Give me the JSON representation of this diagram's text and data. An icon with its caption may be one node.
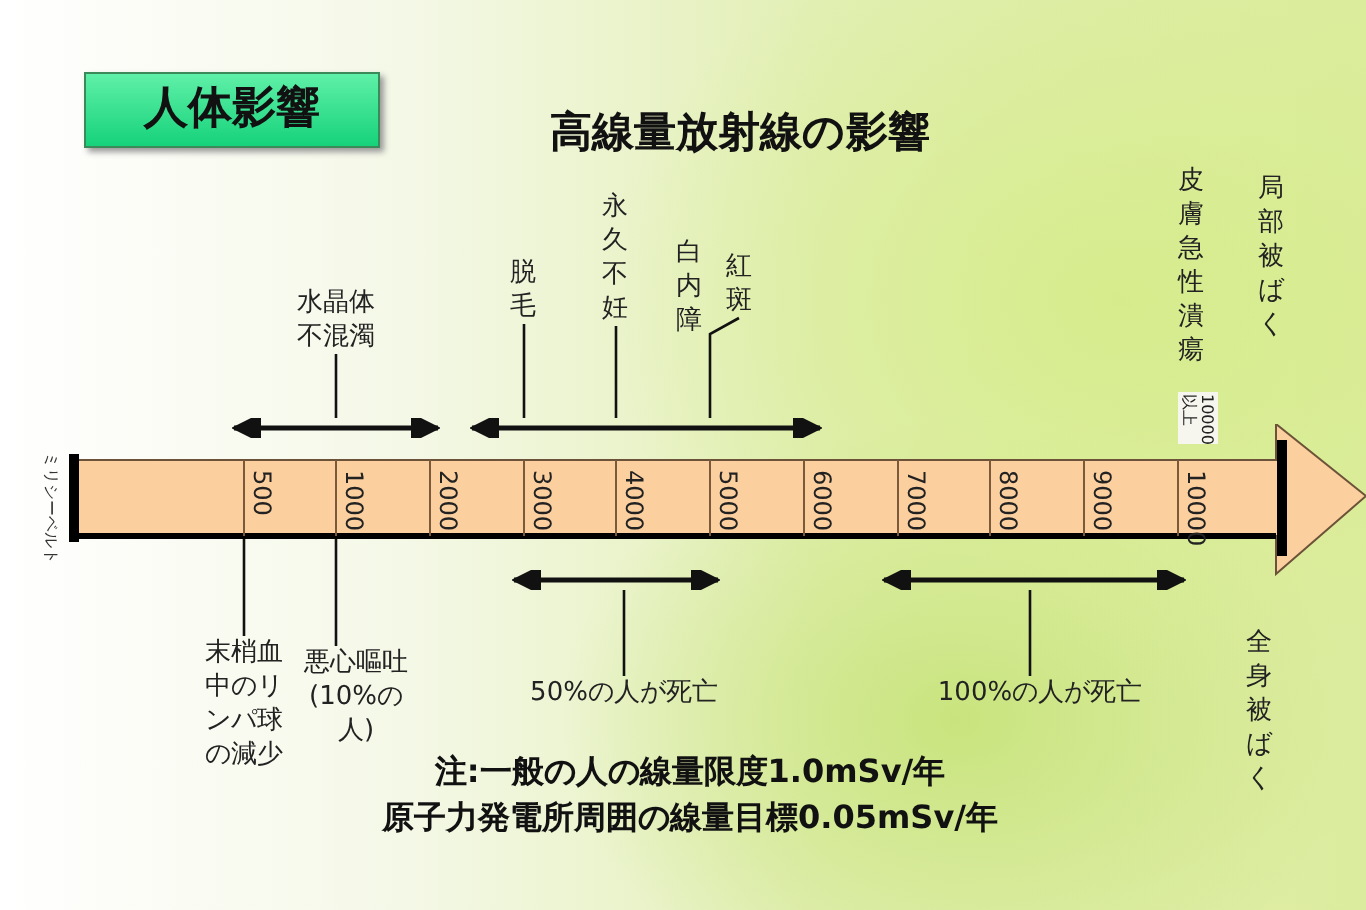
{
  "diagram": {
    "title": "高線量放射線の影響",
    "nodes": [
      {
        "text": [
          "人体影響"
        ]
      },
      {
        "text": [
          "水晶体不混濁"
        ]
      },
      {
        "text": [],
        "shape": "arrow"
      },
      {
        "text": [
          "脱毛"
        ]
      },
      {
        "text": [
          "永久不妊"
        ]
      },
      {
        "text": [
          "紅斑"
        ]
      },
      {
        "text": [],
        "shape": "arrow"
      },
      {
        "text": [
          "500",
          "1000",
          "2000",
          "3000",
          "4000",
          "5000",
          "6000",
          "7000",
          "8000",
          "9000",
          "10000"
        ],
        "beside": [
          "ミリシーベルト"
        ]
      },
      {
        "text": [],
        "shape": "arrow"
      },
      {
        "text": [],
        "shape": "arrow"
      },
      {
        "text": [
          "末梢血中のリンパ球の減少"
        ]
      },
      {
        "text": [
          "悪心嘔吐(10%の人)"
        ]
      },
      {
        "text": [
          "50%の人が死亡"
        ]
      },
      {
        "text": [
          "100%の人が死亡"
        ]
      }
    ],
    "edges": [
      {
        "from": 1,
        "to": 2,
        "arrow": "none"
      },
      {
        "from": 3,
        "to": 6,
        "arrow": "none"
      },
      {
        "from": 4,
        "to": 6,
        "arrow": "none"
      },
      {
        "from": 5,
        "to": 6,
        "arrow": "none"
      },
      {
        "from": 10,
        "to": 7,
        "arrow": "none"
      },
      {
        "from": 11,
        "to": 7,
        "arrow": "none"
      },
      {
        "from": 12,
        "to": 8,
        "arrow": "none"
      },
      {
        "from": 13,
        "to": 9,
        "arrow": "none"
      }
    ],
    "labels": [
      "白内障",
      "皮膚急性潰瘍",
      "局部被ばく",
      "10000以上",
      "全身被ばく",
      "注:一般の人の線量限度1.0mSv/年",
      "原子力発電所周囲の線量目標0.05mSv/年"
    ]
  }
}
